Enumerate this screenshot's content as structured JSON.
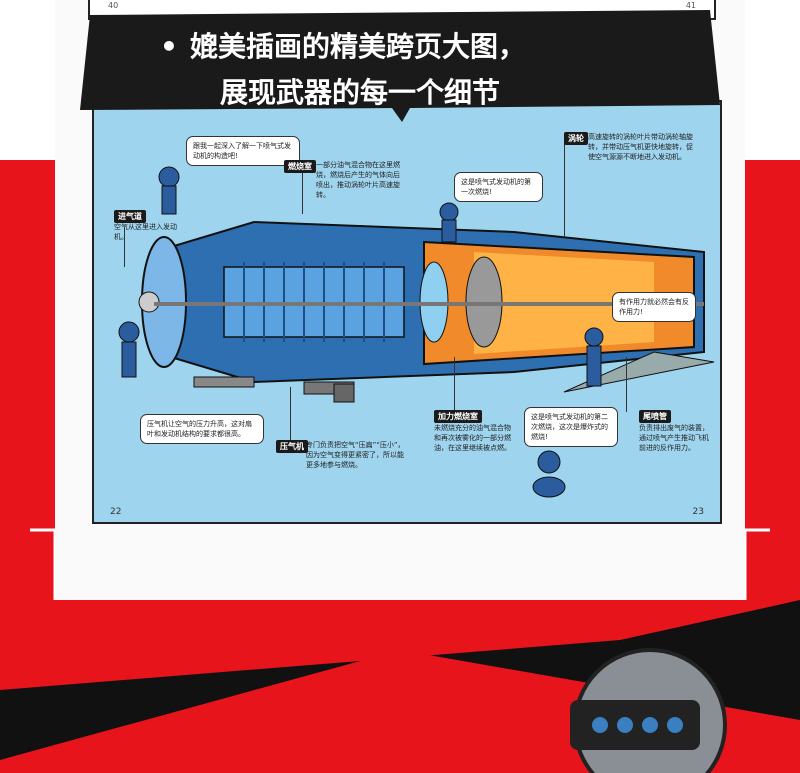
{
  "page_numbers": {
    "top_left": "40",
    "top_right": "41",
    "spread_left": "22",
    "spread_right": "23"
  },
  "banner": {
    "bullet": "•",
    "line1": "媲美插画的精美跨页大图，",
    "line2": "展现武器的每一个细节"
  },
  "callouts": {
    "intro_bubble": "跟我一起深入了解一下喷气式发动机的构造吧!",
    "inlet": {
      "tag": "进气道",
      "desc": "空气从这里进入发动机。"
    },
    "combustor": {
      "tag": "燃烧室",
      "desc": "一部分油气混合物在这里燃烧，燃烧后产生的气体向后喷出，推动涡轮叶片高速旋转。"
    },
    "first_burn_bubble": "这是喷气式发动机的第一次燃烧!",
    "turbine": {
      "tag": "涡轮",
      "desc": "高速旋转的涡轮叶片带动涡轮轴旋转，并带动压气机更快地旋转，促使空气源源不断地进入发动机。"
    },
    "reaction_bubble": "有作用力就必然会有反作用力!",
    "compressor_bubble": "压气机让空气的压力升高，这对扇叶和发动机结构的要求都很高。",
    "compressor": {
      "tag": "压气机",
      "desc": "专门负责把空气“压扁”“压小”，因为空气变得更紧密了，所以能更多地参与燃烧。"
    },
    "afterburner": {
      "tag": "加力燃烧室",
      "desc": "未燃烧充分的油气混合物和再次被雾化的一部分燃油，在这里继续被点燃。"
    },
    "second_burn_bubble": "这是喷气式发动机的第二次燃烧，这次是爆炸式的燃烧!",
    "nozzle": {
      "tag": "尾喷管",
      "desc": "负责排出废气的装置，通过喷气产生推动飞机前进的反作用力。"
    }
  },
  "colors": {
    "accent_red": "#e8141b",
    "sky_blue": "#9fd4ee",
    "engine_blue": "#3a8fd0",
    "engine_orange": "#f08a2a",
    "dark": "#1a1a1a"
  }
}
